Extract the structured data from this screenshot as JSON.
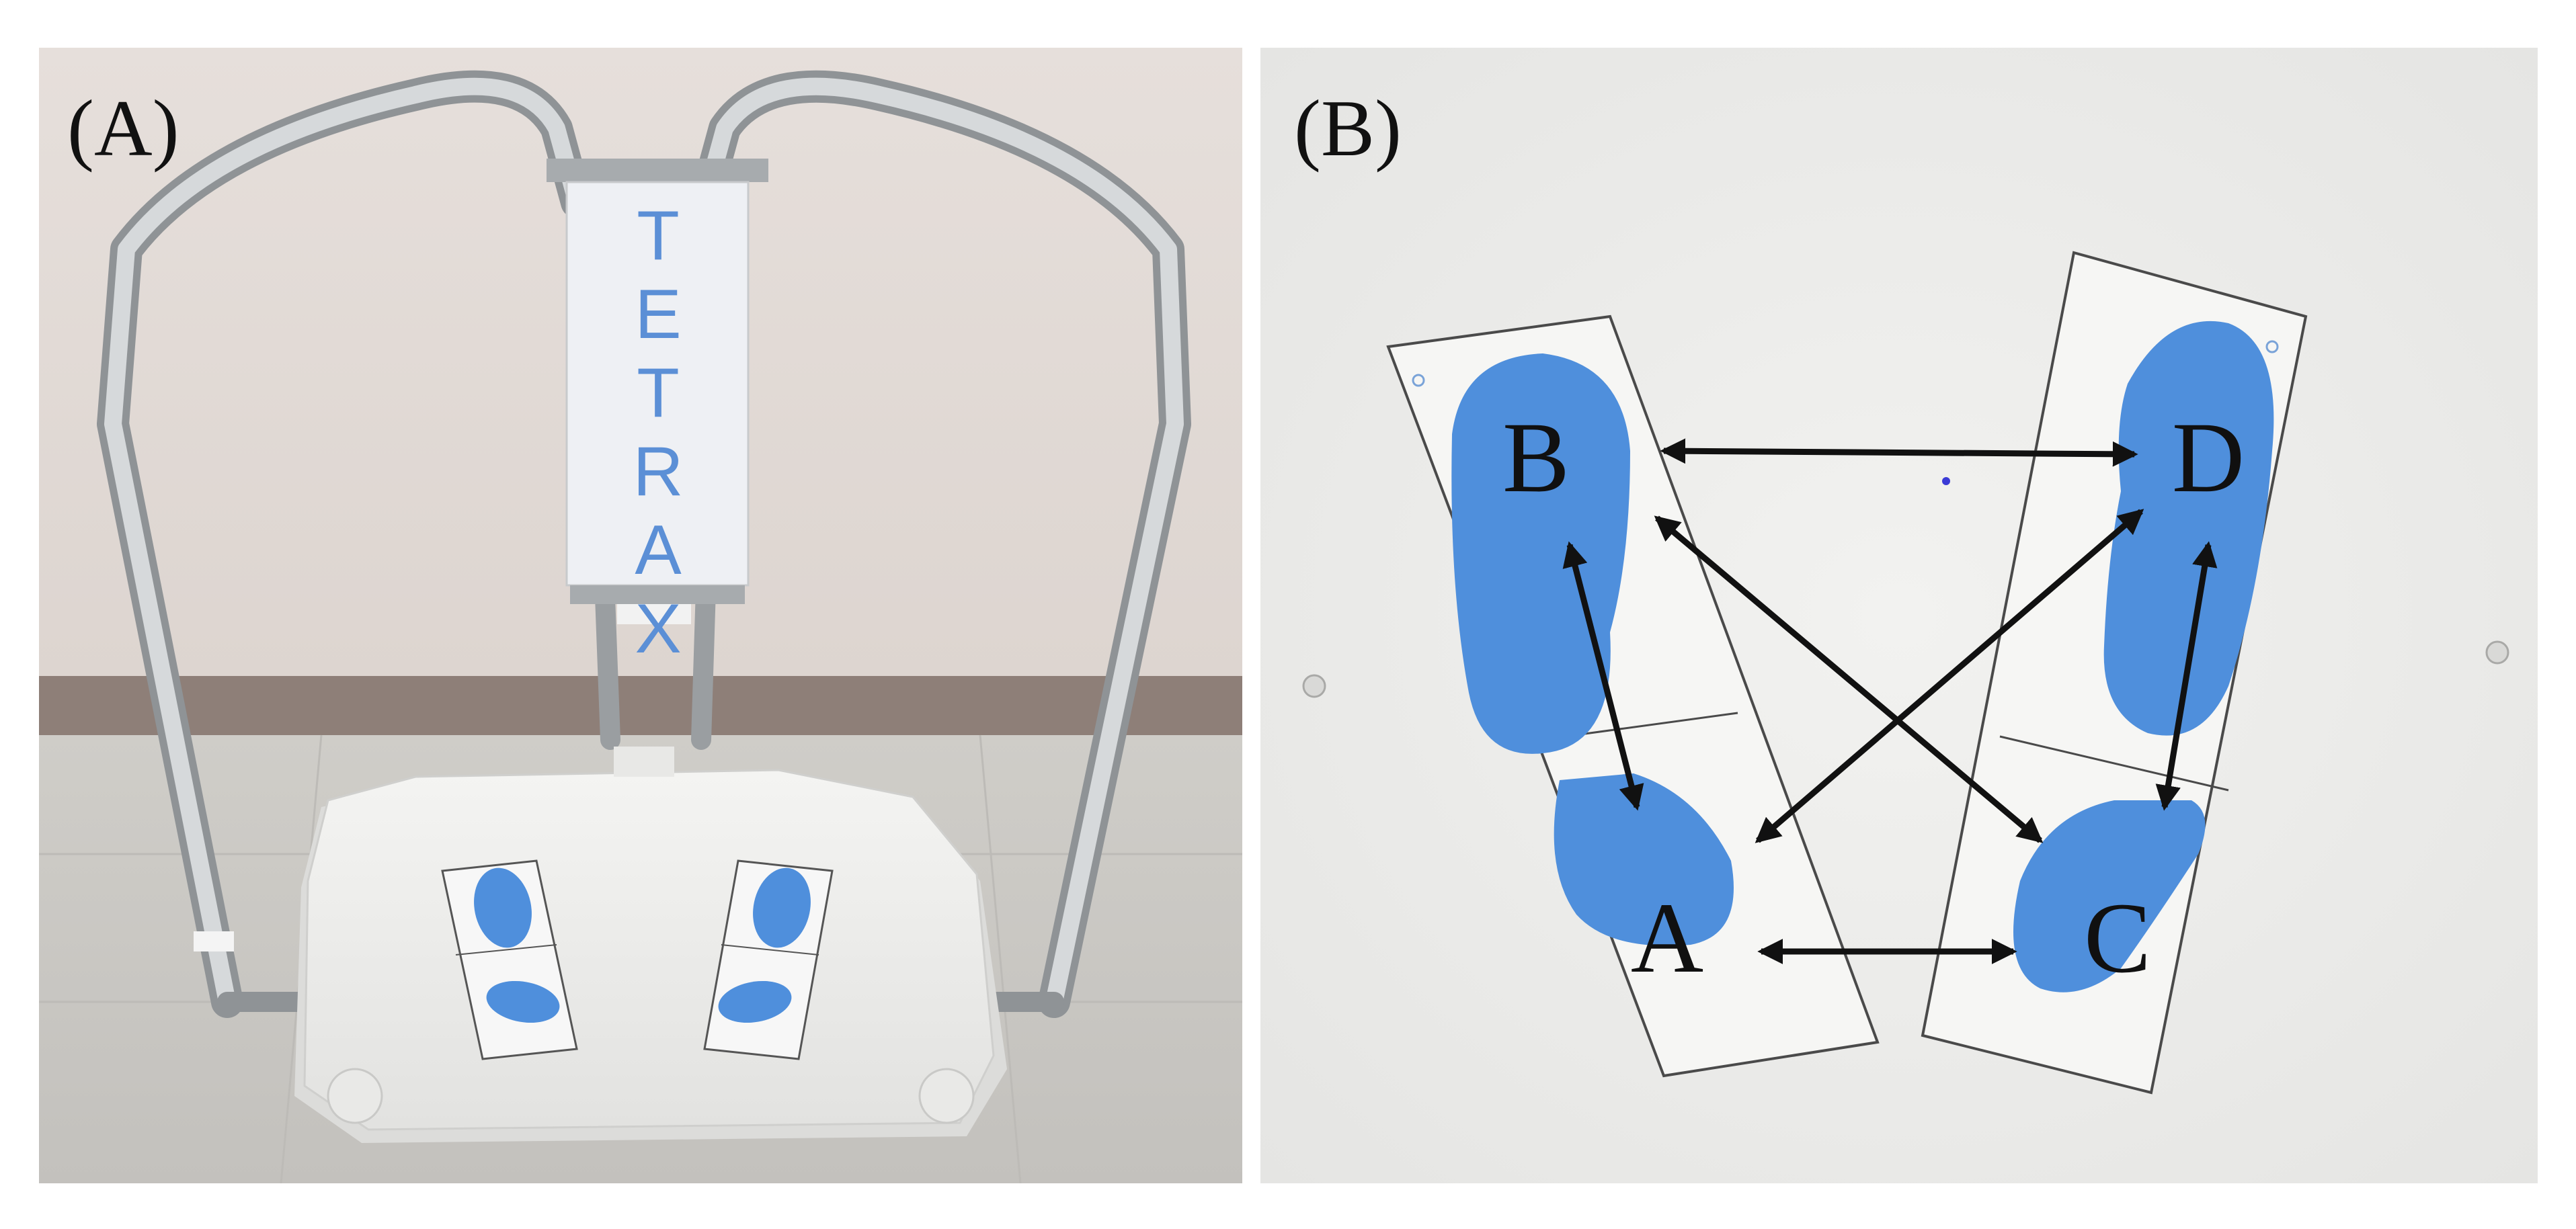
{
  "panels": [
    {
      "label": "(A)",
      "device_name": "TETRAX",
      "sign_letters": [
        "T",
        "E",
        "T",
        "R",
        "A",
        "X"
      ]
    },
    {
      "label": "(B)",
      "plate_labels": {
        "a": "A",
        "b": "B",
        "c": "C",
        "d": "D"
      }
    }
  ],
  "colors": {
    "foot_blue": "#4f8fdc",
    "wall": "#e4ddd8",
    "floor": "#cfcdc8",
    "platform": "#eeeeec",
    "chrome": "#b9bcbf",
    "arrow": "#111111"
  }
}
